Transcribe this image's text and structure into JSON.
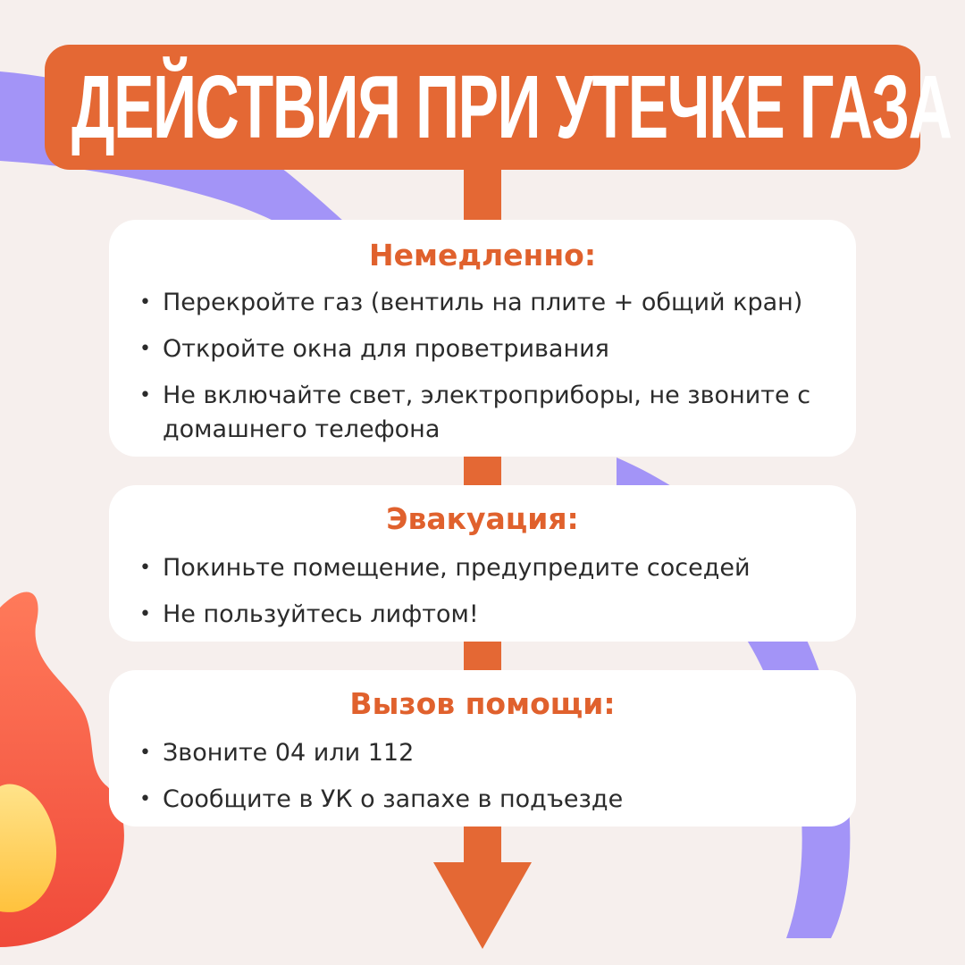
{
  "header": {
    "title": "ДЕЙСТВИЯ ПРИ УТЕЧКЕ ГАЗА"
  },
  "sections": [
    {
      "heading": "Немедленно:",
      "items": [
        "Перекройте газ (вентиль на плите + общий кран)",
        "Откройте окна для проветривания",
        "Не включайте свет, электроприборы, не звоните с домашнего телефона"
      ]
    },
    {
      "heading": "Эвакуация:",
      "items": [
        "Покиньте помещение, предупредите соседей",
        "Не пользуйтесь лифтом!"
      ]
    },
    {
      "heading": "Вызов помощи:",
      "items": [
        "Звоните 04 или 112",
        "Сообщите в УК о запахе в подъезде"
      ]
    }
  ],
  "theme": {
    "background": "#f6efed",
    "accent": "#e46834",
    "heading_color": "#e0612d",
    "swoosh_color": "#a394f7",
    "card_color": "#ffffff"
  },
  "icons": {
    "decoration": "flame-icon",
    "flow": "arrow-down-icon",
    "bullet": "bullet-dot-icon"
  }
}
